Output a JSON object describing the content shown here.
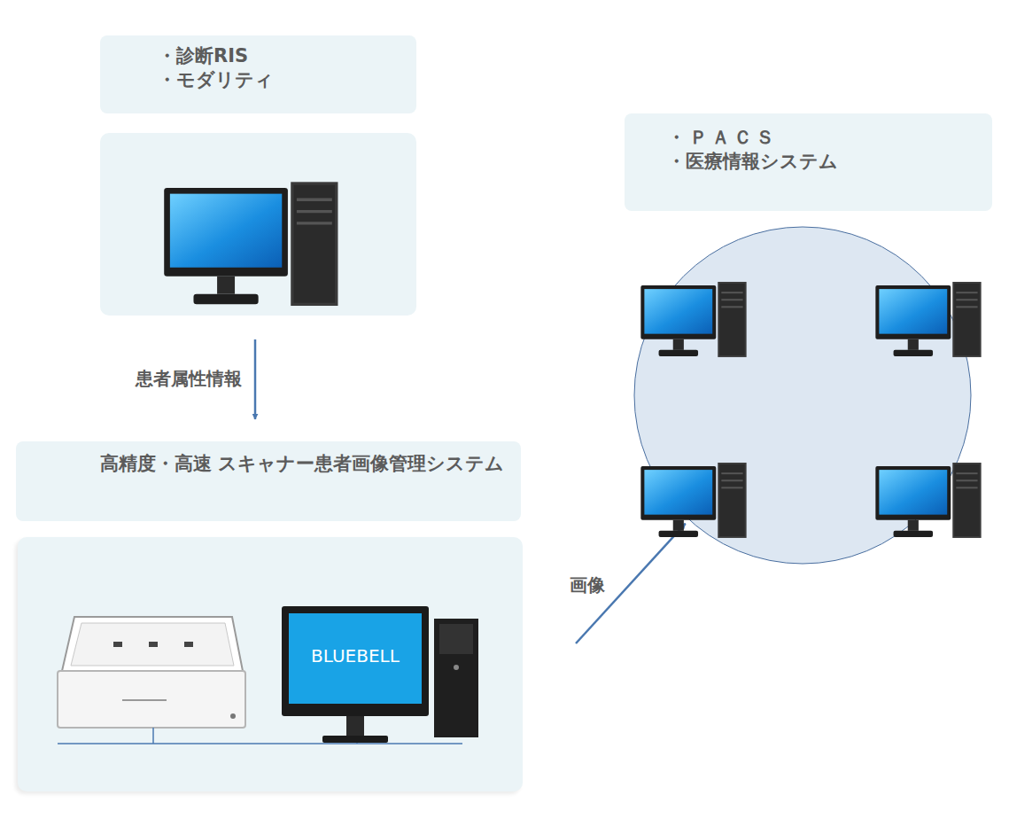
{
  "diagram": {
    "nodes": [
      {
        "text": [
          "・診断RIS",
          "・モダリティ"
        ]
      },
      {
        "text": [
          "高精度・高速 スキャナー患者画像管理システム"
        ]
      },
      {
        "text": [
          "・ＰＡＣＳ",
          "・医療情報システム"
        ]
      }
    ],
    "edges": [
      {
        "from": 0,
        "to": 1,
        "arrow": "to",
        "label": "患者属性情報"
      },
      {
        "from": 1,
        "to": 2,
        "arrow": "to",
        "label": "画像"
      }
    ],
    "labels": [
      "BLUEBELL"
    ]
  }
}
